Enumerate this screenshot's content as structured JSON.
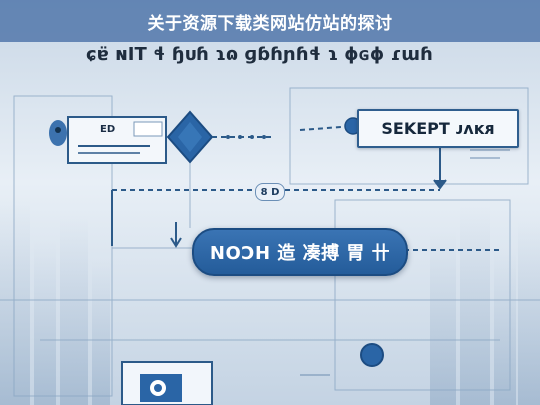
{
  "header": {
    "title": "关于资源下载类网站仿站的探讨"
  },
  "banner": {
    "subtitle": "ɕɐ̈ ɴIT ɬ ɧᴜɦ ɿɷ ɡɓɦɲɦɬ ɿ ɸɢɸ ɾɯɦ"
  },
  "diagram": {
    "document_label": "ED",
    "top_right_label": "SEKEPT ᴊᴧᴋᴙ",
    "pill_label": "NOƆH 造 凑搏 胃 卄",
    "badge_label": "8 D"
  },
  "colors": {
    "accent": "#2a65a6",
    "header_bg": "#4e78ad",
    "background": "#dfe8f1"
  }
}
